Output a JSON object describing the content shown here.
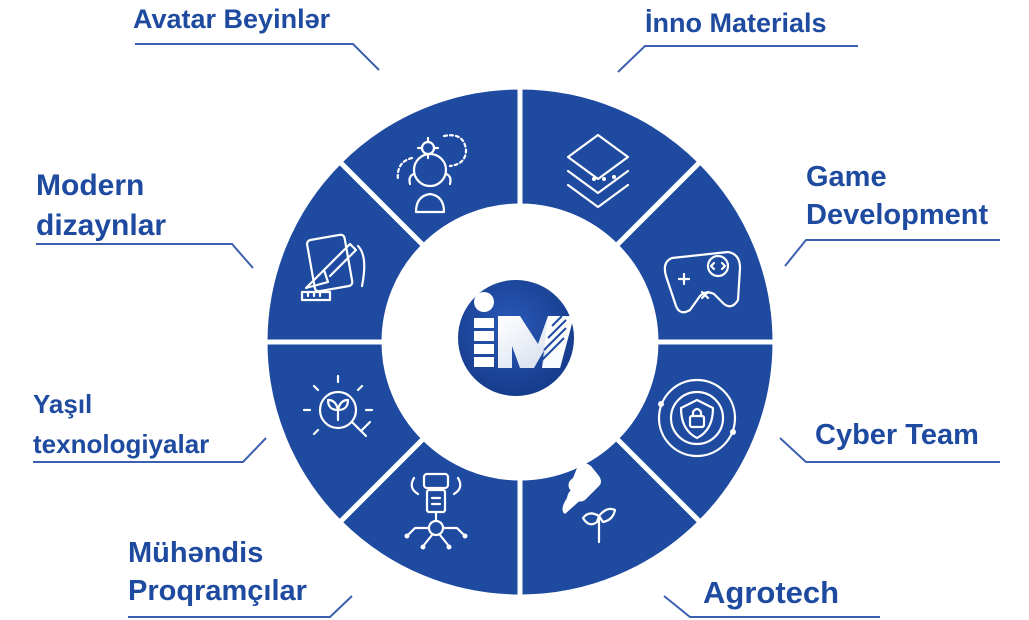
{
  "colors": {
    "wheel": "#1e4aa0",
    "divider": "#ffffff",
    "text": "#1e4aa0",
    "leader": "#3d5fb0"
  },
  "center_logo": {
    "icon": "im-monogram-logo",
    "text": "IM"
  },
  "segments": [
    {
      "id": "avatar-beyinler",
      "lines": [
        "Avatar Beyinlər"
      ],
      "icon": "head-with-gear-icon"
    },
    {
      "id": "inno-materials",
      "lines": [
        "İnno Materials"
      ],
      "icon": "stacked-layers-icon"
    },
    {
      "id": "game-development",
      "lines": [
        "Game",
        "Development"
      ],
      "icon": "gamepad-code-icon"
    },
    {
      "id": "cyber-team",
      "lines": [
        "Cyber Team"
      ],
      "icon": "shield-lock-icon"
    },
    {
      "id": "agrotech",
      "lines": [
        "Agrotech"
      ],
      "icon": "hand-plant-icon"
    },
    {
      "id": "muhendis-proqramcilar",
      "lines": [
        "Mühəndis",
        "Proqramçılar"
      ],
      "icon": "robot-arm-circuit-icon"
    },
    {
      "id": "yasil-texnologiyalar",
      "lines": [
        "Yaşıl",
        "texnologiyalar"
      ],
      "icon": "leaf-bulb-icon"
    },
    {
      "id": "modern-dizaynlar",
      "lines": [
        "Modern",
        "dizaynlar"
      ],
      "icon": "design-tablet-icon"
    }
  ]
}
